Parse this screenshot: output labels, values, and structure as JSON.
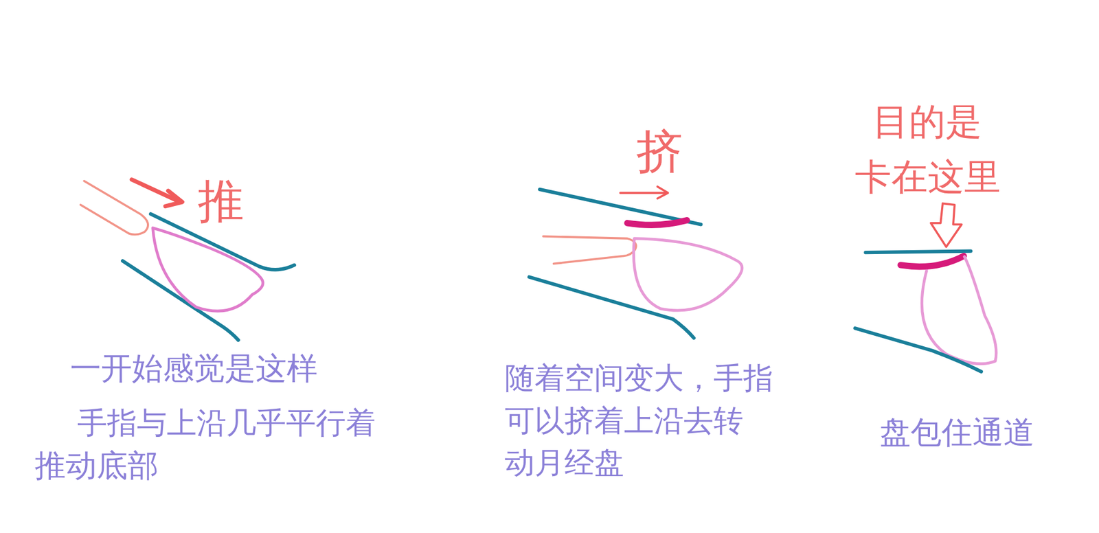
{
  "diagram": {
    "labels": [
      "推",
      "一开始感觉是这样",
      "手指与上沿几乎平行着",
      "推动底部",
      "挤",
      "随着空间变大，手指",
      "可以挤着上沿去转",
      "动月经盘",
      "目的是",
      "卡在这里",
      "盘包住通道"
    ]
  }
}
